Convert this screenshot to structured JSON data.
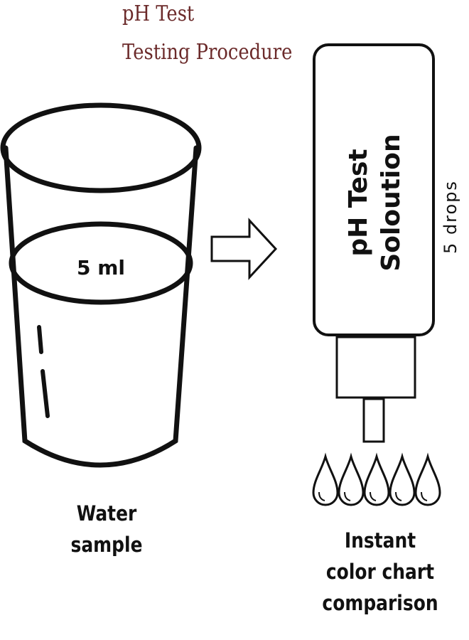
{
  "title": {
    "line1": "pH Test",
    "line2": "Testing Procedure"
  },
  "glass": {
    "volume_label": "5 ml",
    "caption_line1": "Water",
    "caption_line2": "sample"
  },
  "bottle": {
    "label_line1": "pH Test",
    "label_line2": "Soloution",
    "drops_label": "5 drops",
    "drop_count": 5
  },
  "result": {
    "caption_line1": "Instant",
    "caption_line2": "color chart",
    "caption_line3": "comparison"
  },
  "colors": {
    "title": "#6b2a2a",
    "stroke": "#111111"
  },
  "icons": [
    "glass-icon",
    "arrow-right-icon",
    "dropper-bottle-icon",
    "drop-icon"
  ]
}
